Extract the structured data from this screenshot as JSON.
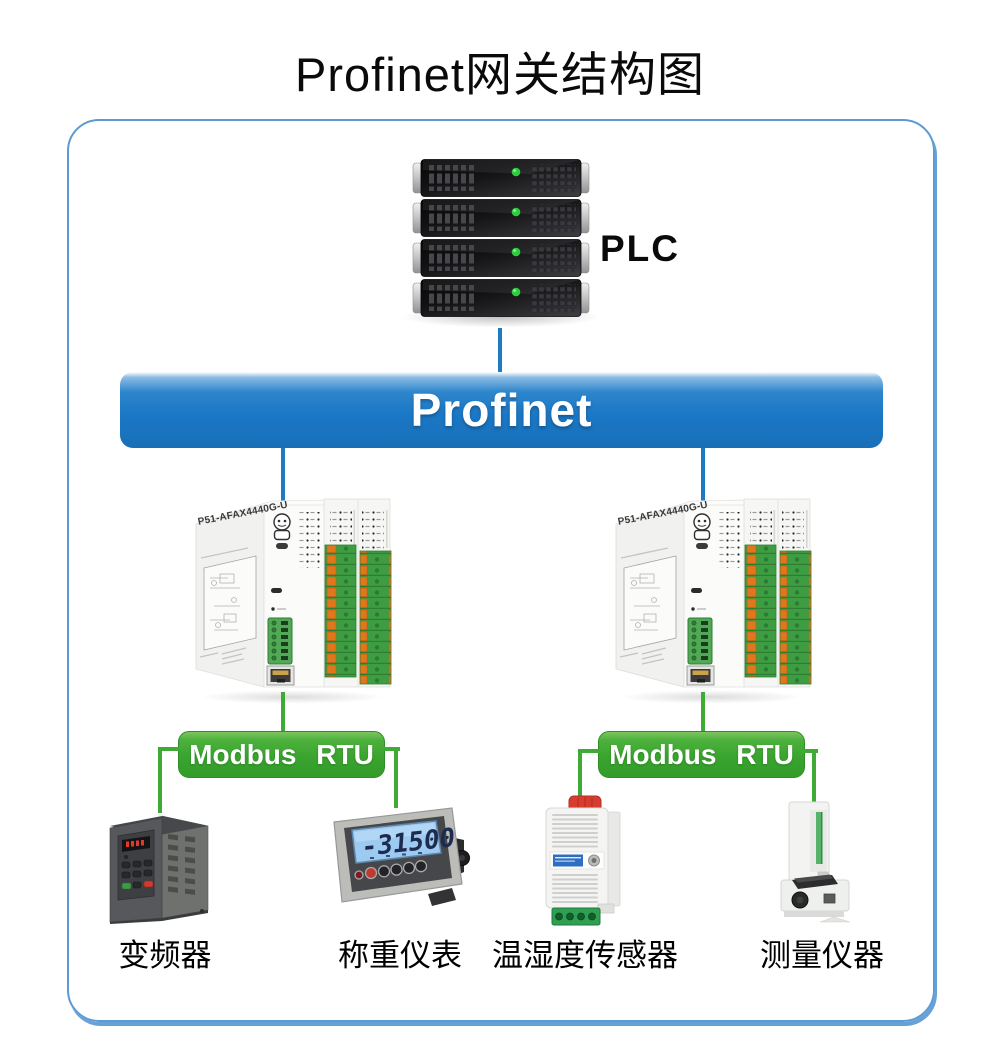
{
  "title": "Profinet网关结构图",
  "plc": {
    "label": "PLC"
  },
  "bus": {
    "label": "Profinet"
  },
  "gateways": [
    {
      "model": "P51-AFAX4440G-U"
    },
    {
      "model": "P51-AFAX4440G-U"
    }
  ],
  "modbus": {
    "label": "Modbus RTU"
  },
  "devices": [
    {
      "label": "变频器"
    },
    {
      "label": "称重仪表",
      "display_value": "-31500"
    },
    {
      "label": "温湿度传感器"
    },
    {
      "label": "测量仪器"
    }
  ],
  "colors": {
    "profinet_blue": "#1b7cc4",
    "modbus_green": "#3faa35",
    "line_blue": "#1b7cc4",
    "line_green": "#3faa35",
    "frame_border": "#5b9bd5",
    "led_green": "#2ecc40",
    "lcd_blue": "#9ccaf1"
  }
}
